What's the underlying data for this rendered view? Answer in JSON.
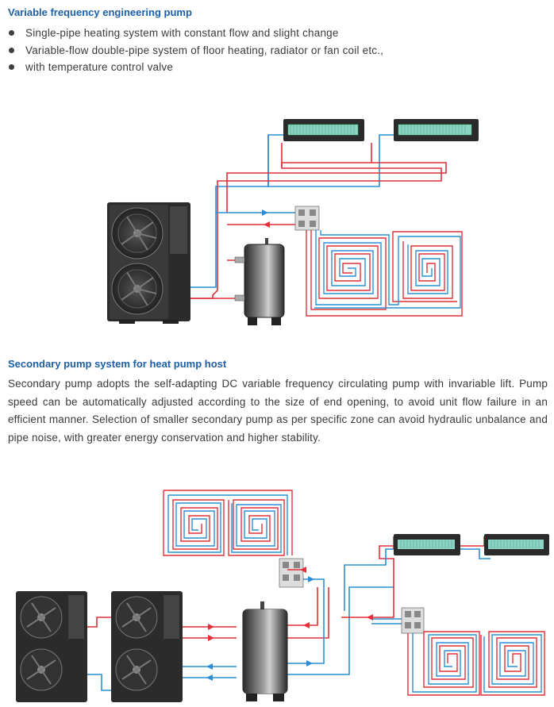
{
  "section1": {
    "title": "Variable frequency engineering pump",
    "bullets": [
      "Single-pipe heating system with constant flow and slight change",
      "Variable-flow double-pipe system of floor heating, radiator or fan coil etc.,",
      "with temperature control valve"
    ]
  },
  "section2": {
    "title": "Secondary pump system for heat pump host",
    "paragraph": "Secondary pump adopts the self-adapting DC variable frequency circulating pump with invariable lift. Pump speed can be automatically adjusted according to the size of end opening, to avoid unit flow failure in an efficient manner. Selection of smaller secondary pump as per specific zone can avoid hydraulic unbalance and pipe noise, with greater energy conservation and higher stability."
  },
  "colors": {
    "heading": "#1d5fa6",
    "supply_pipe": "#e0303a",
    "return_pipe": "#2a8fd6",
    "unit_body": "#2b2b2b",
    "coil_face": "#8fd3c5"
  },
  "icons": [
    "heat-pump-unit-icon",
    "fan-coil-unit-icon",
    "buffer-tank-icon",
    "floor-heating-loop-icon",
    "manifold-icon",
    "pipe-connector-icon"
  ]
}
